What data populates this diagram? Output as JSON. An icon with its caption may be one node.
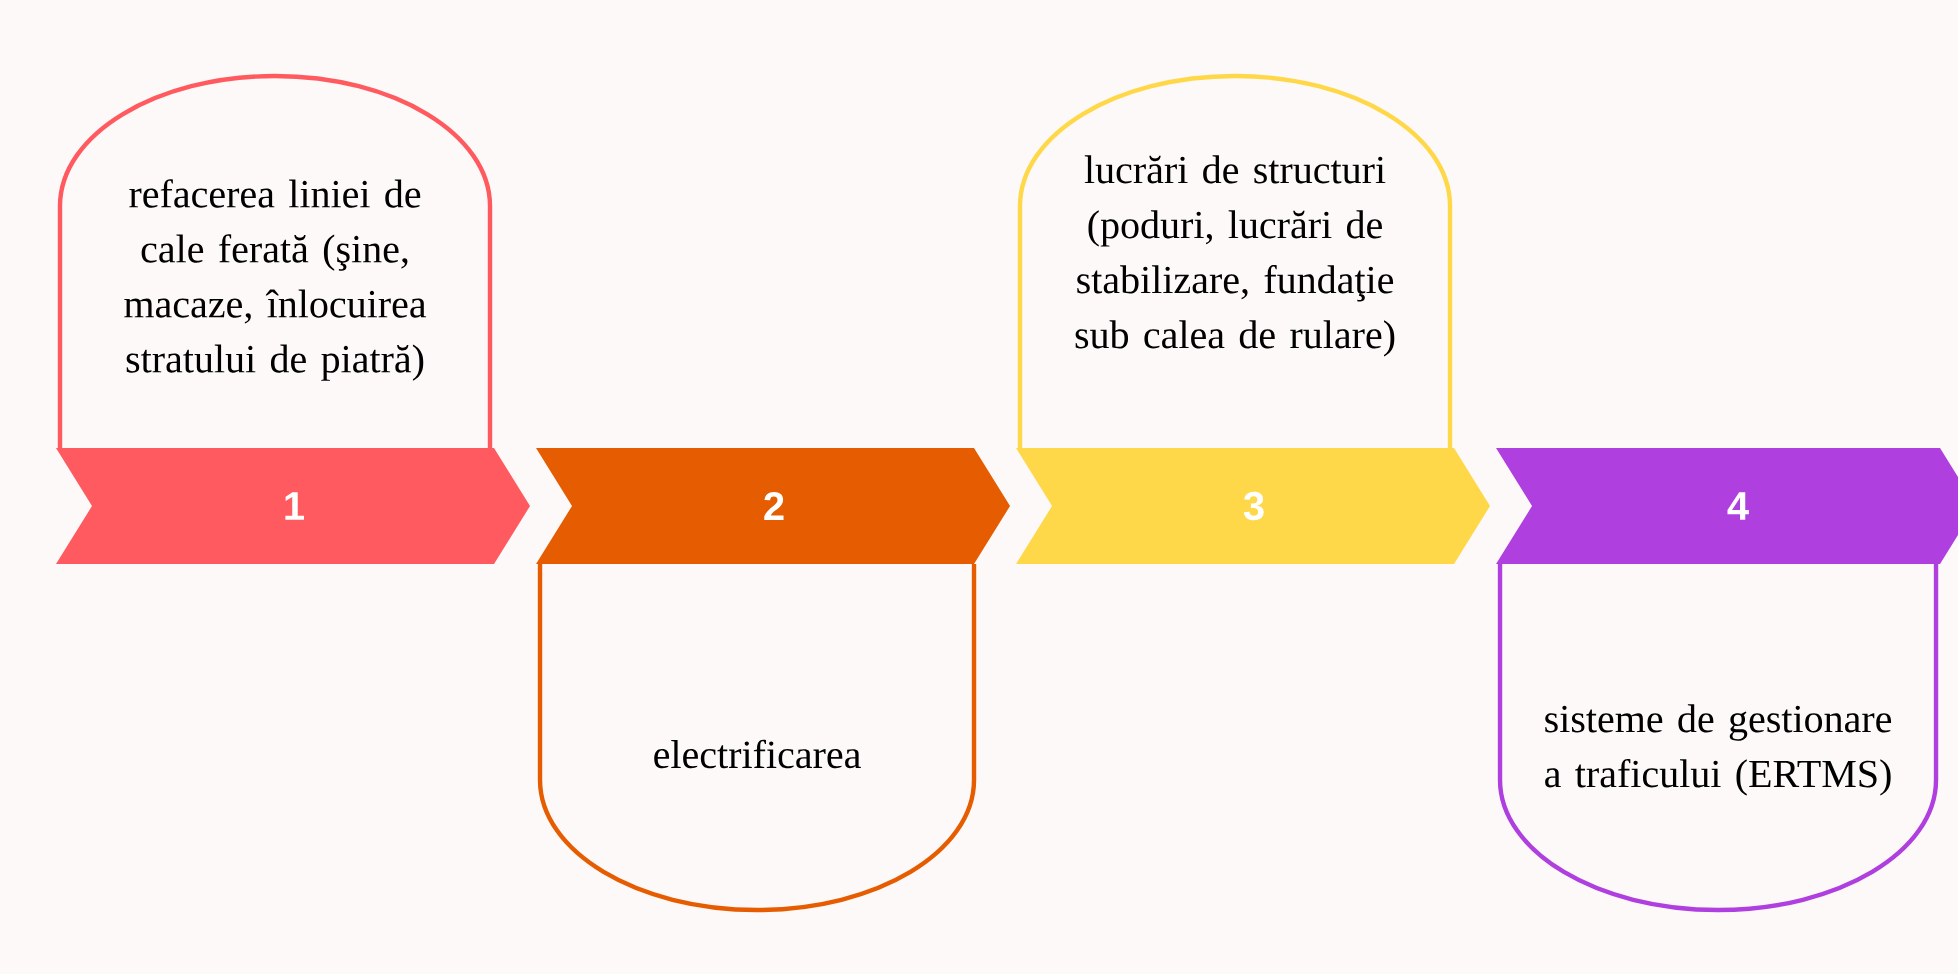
{
  "diagram": {
    "nodes": [
      {
        "text": [
          "refacerea liniei de cale ferată (şine, macaze, înlocuirea stratului de piatră)"
        ]
      },
      {
        "text": [
          "1"
        ]
      },
      {
        "text": [
          "2"
        ]
      },
      {
        "text": [
          "electrificarea"
        ]
      },
      {
        "text": [
          "lucrări de structuri (poduri, lucrări de stabilizare, fundaţie sub calea de rulare)"
        ]
      },
      {
        "text": [
          "3"
        ]
      },
      {
        "text": [
          "4"
        ]
      },
      {
        "text": [
          "sisteme de gestionare a traficului (ERTMS)"
        ]
      }
    ]
  }
}
